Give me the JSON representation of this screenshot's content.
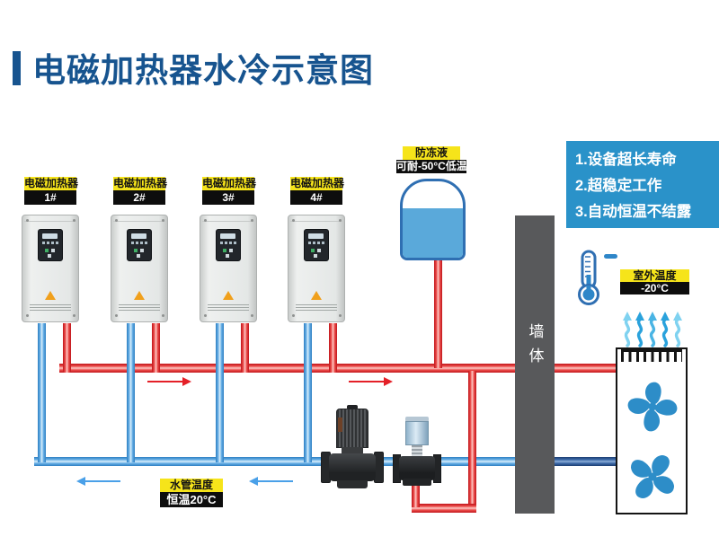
{
  "title": "电磁加热器水冷示意图",
  "heaters": {
    "type_label": "电磁加热器",
    "units": [
      {
        "id": "1#"
      },
      {
        "id": "2#"
      },
      {
        "id": "3#"
      },
      {
        "id": "4#"
      }
    ]
  },
  "tank": {
    "name": "防冻液",
    "spec": "可耐-50°C低温"
  },
  "wall": {
    "label": "墙体"
  },
  "benefits": {
    "items": [
      "1.设备超长寿命",
      "2.超稳定工作",
      "3.自动恒温不结露"
    ]
  },
  "outdoor_temp": {
    "label": "室外温度",
    "value": "-20°C"
  },
  "water_temp": {
    "label": "水管温度",
    "value": "恒温20°C"
  },
  "colors": {
    "title_blue": "#17548f",
    "hot_pipe_red": "#e0262c",
    "cold_pipe_blue": "#5fb0e8",
    "cold_return_navy": "#2d5fa8",
    "label_yellow": "#f6e41a",
    "label_black": "#0d0d0d",
    "benefits_bg": "#2a92c9",
    "wall_gray": "#58595b",
    "fan_blue": "#2d8dc8",
    "tank_liquid": "#5aa9da"
  },
  "icons": {
    "thermometer": "thermometer-icon",
    "fan": "fan-blade-icon",
    "heat_waves": "heat-wave-arrows-icon",
    "pump": "circulation-pump-icon",
    "valve": "three-way-valve-icon",
    "flow_right": "flow-arrow-right-icon",
    "flow_left": "flow-arrow-left-icon"
  }
}
